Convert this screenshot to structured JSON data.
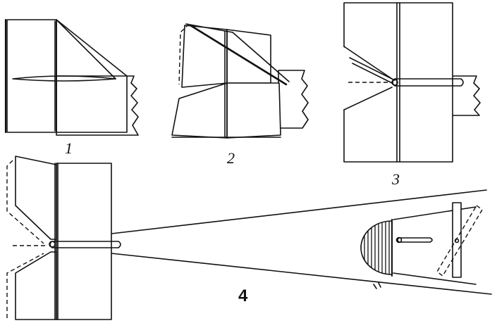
{
  "figures": [
    {
      "label": "1"
    },
    {
      "label": "2"
    },
    {
      "label": "3"
    },
    {
      "label": "4"
    }
  ]
}
